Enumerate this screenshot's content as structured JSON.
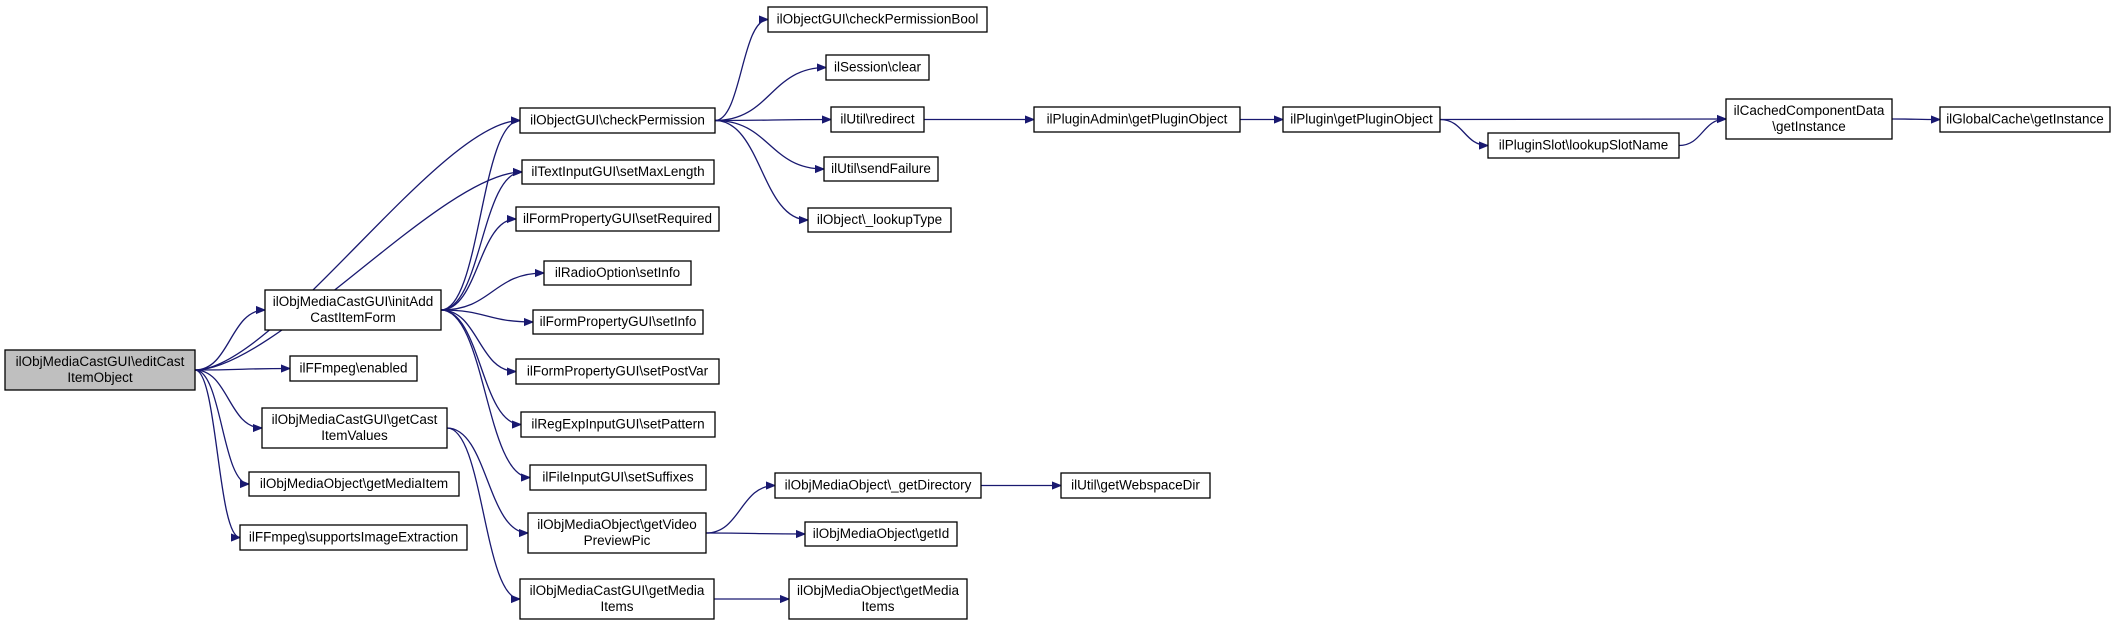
{
  "diagram": {
    "type": "call-graph",
    "colors": {
      "edge": "#191970",
      "root_fill": "#bfbfbf",
      "node_fill": "#ffffff",
      "border": "#000000"
    },
    "nodes": [
      {
        "id": "root",
        "lines": [
          "ilObjMediaCastGUI\\editCast",
          "ItemObject"
        ],
        "root": true
      },
      {
        "id": "initAdd",
        "lines": [
          "ilObjMediaCastGUI\\initAdd",
          "CastItemForm"
        ]
      },
      {
        "id": "ffEnabled",
        "lines": [
          "ilFFmpeg\\enabled"
        ]
      },
      {
        "id": "getCastItemValues",
        "lines": [
          "ilObjMediaCastGUI\\getCast",
          "ItemValues"
        ]
      },
      {
        "id": "getMediaItem",
        "lines": [
          "ilObjMediaObject\\getMediaItem"
        ]
      },
      {
        "id": "supportsImg",
        "lines": [
          "ilFFmpeg\\supportsImageExtraction"
        ]
      },
      {
        "id": "checkPerm",
        "lines": [
          "ilObjectGUI\\checkPermission"
        ]
      },
      {
        "id": "setMaxLength",
        "lines": [
          "ilTextInputGUI\\setMaxLength"
        ]
      },
      {
        "id": "setRequired",
        "lines": [
          "ilFormPropertyGUI\\setRequired"
        ]
      },
      {
        "id": "radioSetInfo",
        "lines": [
          "ilRadioOption\\setInfo"
        ]
      },
      {
        "id": "formSetInfo",
        "lines": [
          "ilFormPropertyGUI\\setInfo"
        ]
      },
      {
        "id": "setPostVar",
        "lines": [
          "ilFormPropertyGUI\\setPostVar"
        ]
      },
      {
        "id": "setPattern",
        "lines": [
          "ilRegExpInputGUI\\setPattern"
        ]
      },
      {
        "id": "setSuffixes",
        "lines": [
          "ilFileInputGUI\\setSuffixes"
        ]
      },
      {
        "id": "videoPreview",
        "lines": [
          "ilObjMediaObject\\getVideo",
          "PreviewPic"
        ]
      },
      {
        "id": "castGetMediaItems",
        "lines": [
          "ilObjMediaCastGUI\\getMedia",
          "Items"
        ]
      },
      {
        "id": "checkPermBool",
        "lines": [
          "ilObjectGUI\\checkPermissionBool"
        ]
      },
      {
        "id": "sessionClear",
        "lines": [
          "ilSession\\clear"
        ]
      },
      {
        "id": "redirect",
        "lines": [
          "ilUtil\\redirect"
        ]
      },
      {
        "id": "sendFailure",
        "lines": [
          "ilUtil\\sendFailure"
        ]
      },
      {
        "id": "lookupType",
        "lines": [
          "ilObject\\_lookupType"
        ]
      },
      {
        "id": "getDirectory",
        "lines": [
          "ilObjMediaObject\\_getDirectory"
        ]
      },
      {
        "id": "getId",
        "lines": [
          "ilObjMediaObject\\getId"
        ]
      },
      {
        "id": "momGetMediaItems",
        "lines": [
          "ilObjMediaObject\\getMedia",
          "Items"
        ]
      },
      {
        "id": "adminGetPlugin",
        "lines": [
          "ilPluginAdmin\\getPluginObject"
        ]
      },
      {
        "id": "pluginGetPlugin",
        "lines": [
          "ilPlugin\\getPluginObject"
        ]
      },
      {
        "id": "lookupSlotName",
        "lines": [
          "ilPluginSlot\\lookupSlotName"
        ]
      },
      {
        "id": "cachedGetInstance",
        "lines": [
          "ilCachedComponentData",
          "\\getInstance"
        ]
      },
      {
        "id": "globalCache",
        "lines": [
          "ilGlobalCache\\getInstance"
        ]
      },
      {
        "id": "webspaceDir",
        "lines": [
          "ilUtil\\getWebspaceDir"
        ]
      }
    ],
    "edges": [
      [
        "root",
        "checkPerm"
      ],
      [
        "root",
        "setMaxLength"
      ],
      [
        "root",
        "initAdd"
      ],
      [
        "root",
        "ffEnabled"
      ],
      [
        "root",
        "getCastItemValues"
      ],
      [
        "root",
        "getMediaItem"
      ],
      [
        "root",
        "supportsImg"
      ],
      [
        "initAdd",
        "checkPerm"
      ],
      [
        "initAdd",
        "setMaxLength"
      ],
      [
        "initAdd",
        "setRequired"
      ],
      [
        "initAdd",
        "radioSetInfo"
      ],
      [
        "initAdd",
        "formSetInfo"
      ],
      [
        "initAdd",
        "setPostVar"
      ],
      [
        "initAdd",
        "setPattern"
      ],
      [
        "initAdd",
        "setSuffixes"
      ],
      [
        "getCastItemValues",
        "videoPreview"
      ],
      [
        "getCastItemValues",
        "castGetMediaItems"
      ],
      [
        "checkPerm",
        "checkPermBool"
      ],
      [
        "checkPerm",
        "sessionClear"
      ],
      [
        "checkPerm",
        "redirect"
      ],
      [
        "checkPerm",
        "sendFailure"
      ],
      [
        "checkPerm",
        "lookupType"
      ],
      [
        "redirect",
        "adminGetPlugin"
      ],
      [
        "adminGetPlugin",
        "pluginGetPlugin"
      ],
      [
        "pluginGetPlugin",
        "cachedGetInstance"
      ],
      [
        "pluginGetPlugin",
        "lookupSlotName"
      ],
      [
        "lookupSlotName",
        "cachedGetInstance"
      ],
      [
        "cachedGetInstance",
        "globalCache"
      ],
      [
        "videoPreview",
        "getDirectory"
      ],
      [
        "videoPreview",
        "getId"
      ],
      [
        "getDirectory",
        "webspaceDir"
      ],
      [
        "castGetMediaItems",
        "momGetMediaItems"
      ]
    ]
  }
}
